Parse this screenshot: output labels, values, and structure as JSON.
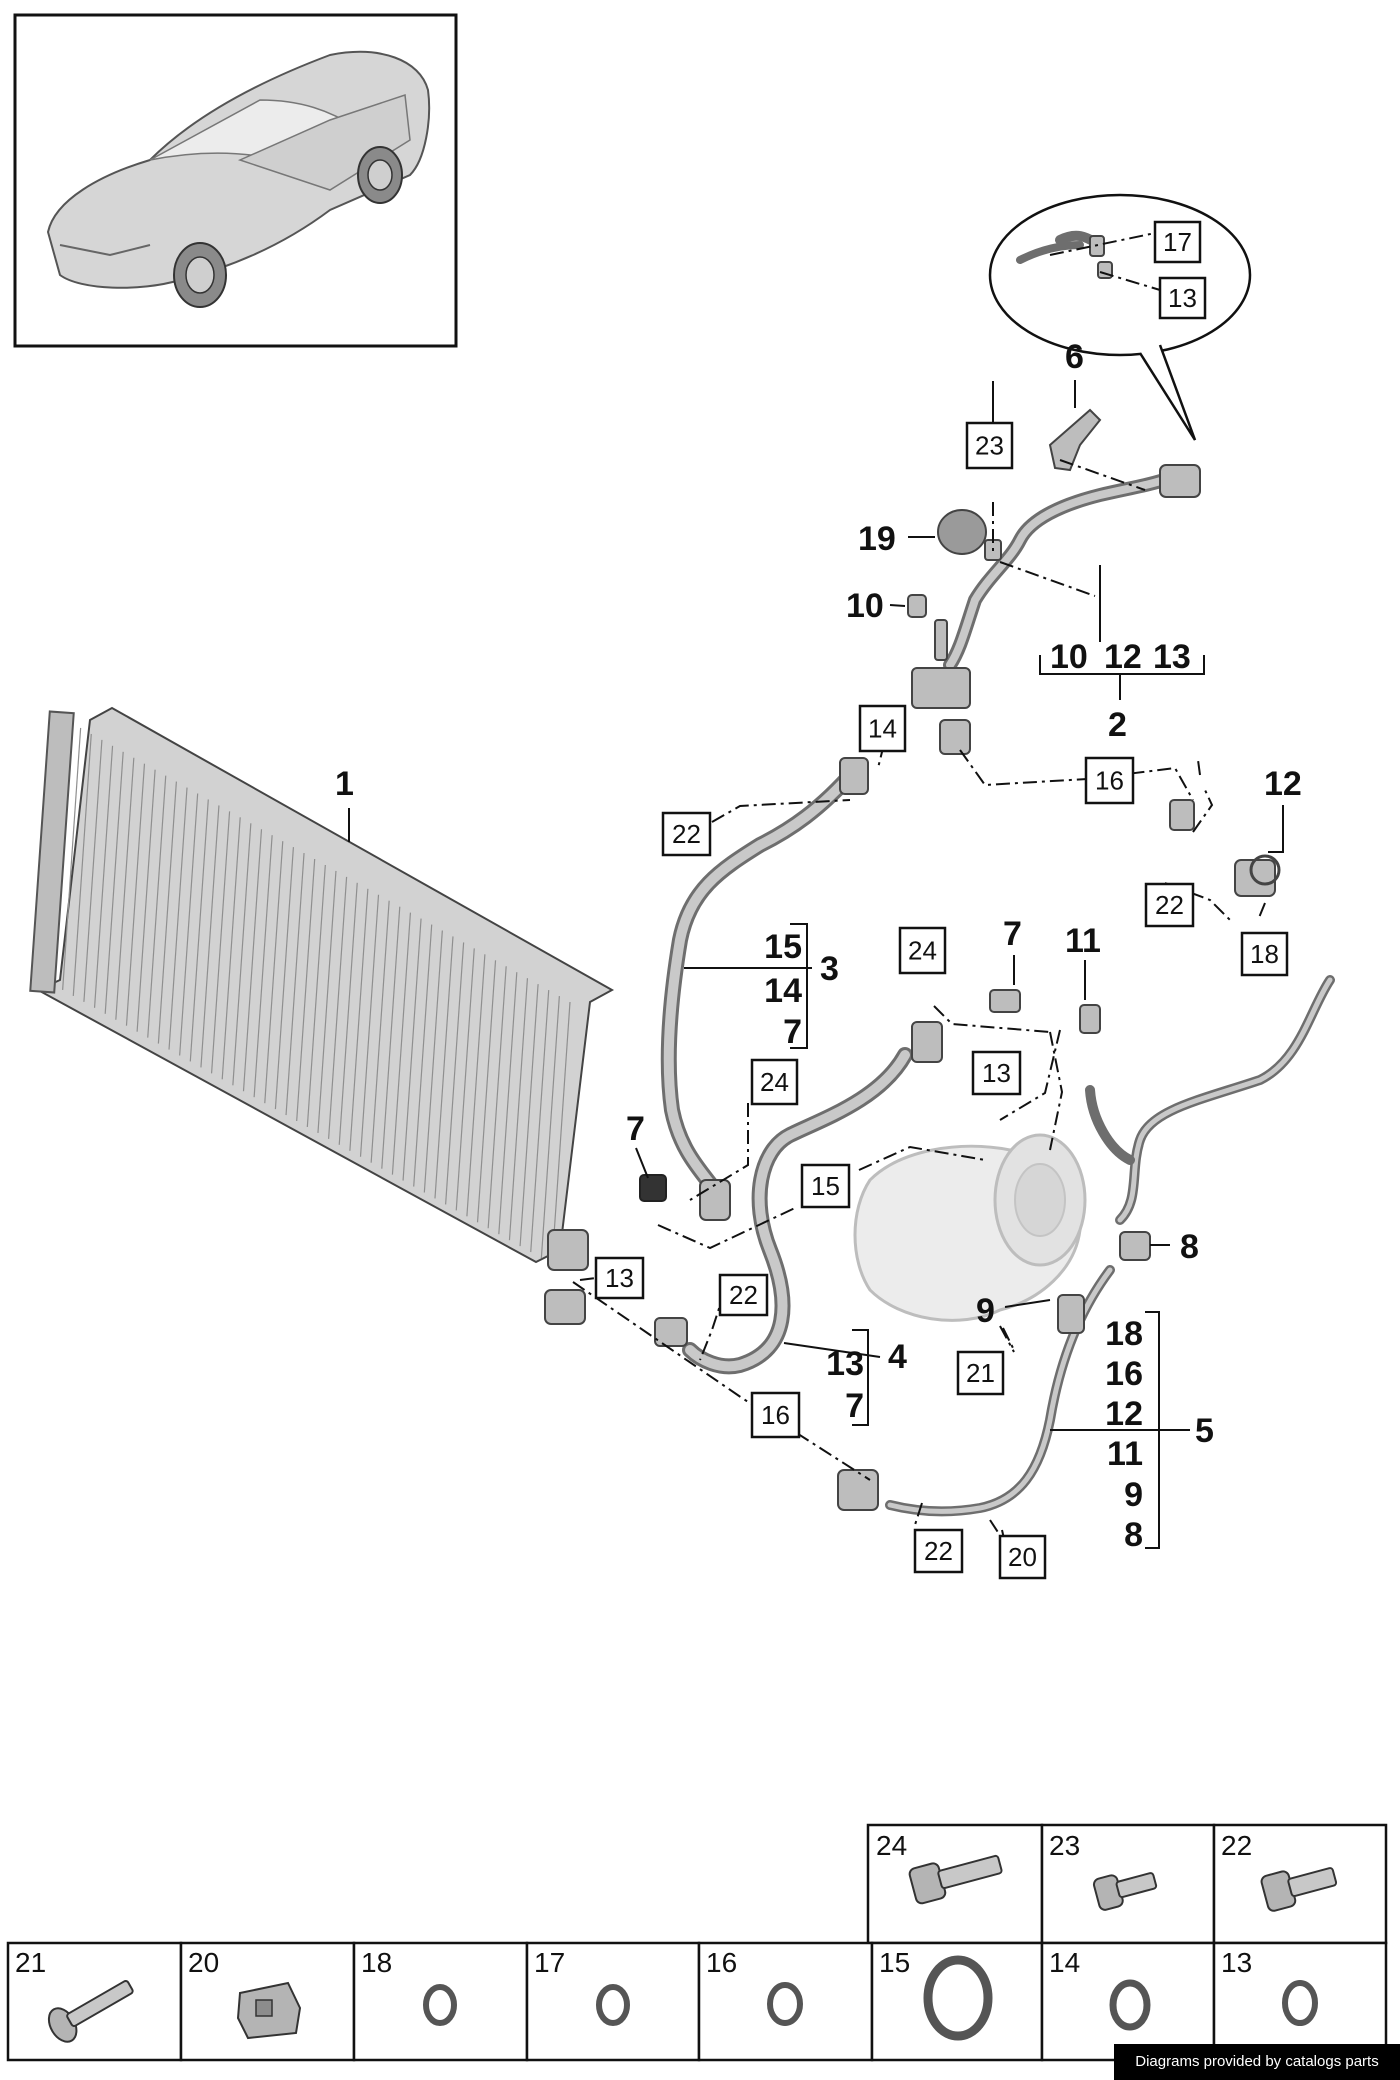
{
  "callouts": {
    "p1": "1",
    "p2": "2",
    "p3": "3",
    "p4": "4",
    "p5": "5",
    "p6": "6",
    "p7a": "7",
    "p7b": "7",
    "p8": "8",
    "p9": "9",
    "p10": "10",
    "p11": "11",
    "p12": "12",
    "p19": "19"
  },
  "groups": {
    "g2": [
      "10",
      "12",
      "13"
    ],
    "g3": [
      "15",
      "14",
      "7"
    ],
    "g4": [
      "13",
      "7"
    ],
    "g5": [
      "18",
      "16",
      "12",
      "11",
      "9",
      "8"
    ]
  },
  "boxes": {
    "b17": "17",
    "b13top": "13",
    "b23": "23",
    "b14": "14",
    "b16a": "16",
    "b22a": "22",
    "b22b": "22",
    "b18": "18",
    "b24a": "24",
    "b13b": "13",
    "b24b": "24",
    "b15": "15",
    "b13c": "13",
    "b22c": "22",
    "b16b": "16",
    "b21": "21",
    "b22d": "22",
    "b20": "20"
  },
  "hardware_table": {
    "top_row": [
      "24",
      "23",
      "22"
    ],
    "bottom_row": [
      "21",
      "20",
      "18",
      "17",
      "16",
      "15",
      "14",
      "13"
    ]
  },
  "footer": "Diagrams provided by catalogs parts"
}
